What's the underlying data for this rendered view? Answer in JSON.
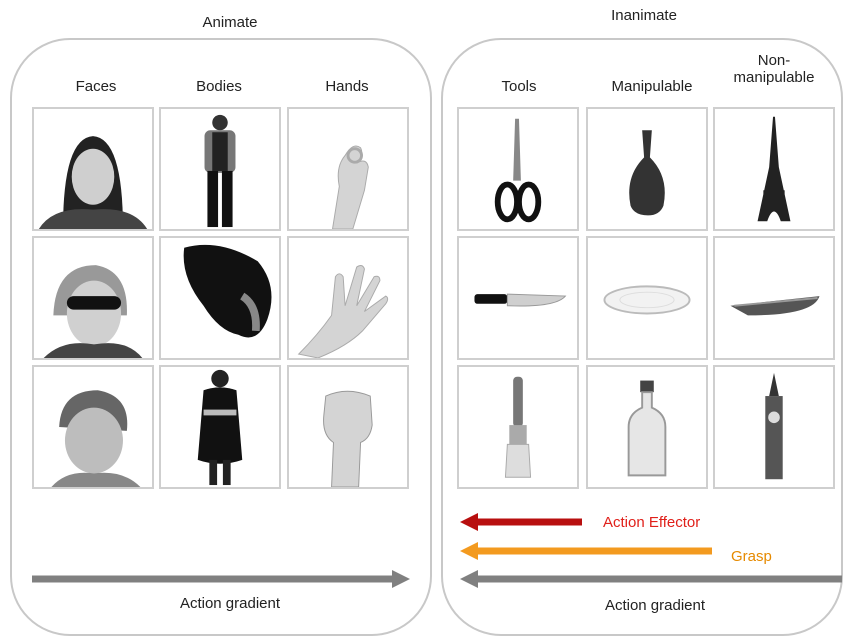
{
  "animate": {
    "title": "Animate",
    "columns": [
      "Faces",
      "Bodies",
      "Hands"
    ],
    "gradient_label": "Action gradient",
    "images": [
      [
        "woman-face-icon",
        "man-body-icon",
        "ok-hand-icon"
      ],
      [
        "woman-sunglasses-face-icon",
        "crouching-body-icon",
        "open-hand-icon"
      ],
      [
        "man-face-icon",
        "woman-body-icon",
        "fist-hand-icon"
      ]
    ]
  },
  "inanimate": {
    "title": "Inanimate",
    "columns": [
      "Tools",
      "Manipulable",
      "Non-\nmanipulable"
    ],
    "gradient_label": "Action gradient",
    "images": [
      [
        "scissors-icon",
        "vase-icon",
        "eiffel-tower-icon"
      ],
      [
        "knife-icon",
        "plate-icon",
        "boat-icon"
      ],
      [
        "paintbrush-icon",
        "bottle-icon",
        "big-ben-icon"
      ]
    ]
  },
  "legend": {
    "action_effector": "Action Effector",
    "grasp": "Grasp"
  },
  "colors": {
    "action_effector": "#b80f0f",
    "action_effector_text": "#e0201a",
    "grasp": "#f39a1f",
    "grasp_text": "#e68a00",
    "gradient": "#808080",
    "panel_border": "#c8c8c8"
  }
}
